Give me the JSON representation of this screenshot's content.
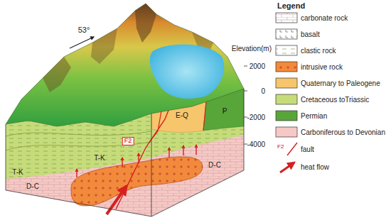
{
  "diagram": {
    "labels": [
      "53°",
      "Legend",
      "Elevation(m)",
      "2000",
      "0",
      "-2000",
      "-4000",
      "T-K",
      "D-C",
      "T-K",
      "E-Q",
      "P",
      "D-C",
      "F2",
      "F2"
    ],
    "legend": [
      {
        "text": "carbonate rock"
      },
      {
        "text": "basalt"
      },
      {
        "text": "clastic rock"
      },
      {
        "text": "intrusive rock",
        "color": "#f28a3c"
      },
      {
        "text": "Quaternary to Paleogene",
        "color": "#f7c56b"
      },
      {
        "text": "Cretaceous toTriassic",
        "color": "#c6dc7a"
      },
      {
        "text": "Permian",
        "color": "#58a53a"
      },
      {
        "text": "Carboniferous to Devonian",
        "color": "#f6c9c6"
      },
      {
        "text": "fault"
      },
      {
        "text": "heat flow"
      }
    ]
  }
}
